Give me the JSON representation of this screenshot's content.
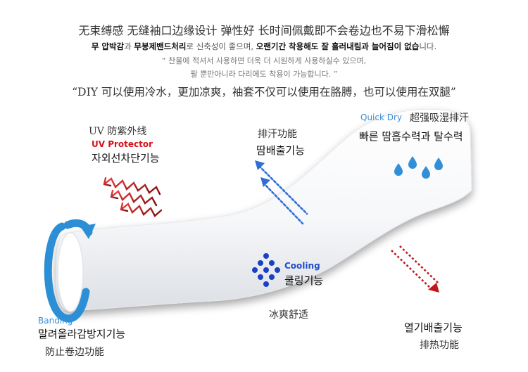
{
  "header": {
    "line1": "无束缚感  无缝袖口边缘设计    弹性好  长时间佩戴即不会卷边也不易下滑松懈",
    "line2_parts": [
      {
        "text": "무 압박감",
        "bold": true
      },
      {
        "text": "과 ",
        "bold": false
      },
      {
        "text": "무봉제밴드처리",
        "bold": true
      },
      {
        "text": "로 신축성이 좋으며, ",
        "bold": false
      },
      {
        "text": "오랜기간 착용해도 잘 흘러내림과 늘어짐이 없습",
        "bold": true
      },
      {
        "text": "니다.",
        "bold": false
      }
    ],
    "line3": "“ 찬물에 적셔서 사용하면 더욱 더 시원하게 사용하실수 있으며,",
    "line4": "팔 뿐만아니라 다리에도 착용이 가능합니다. ”",
    "line5": "“DIY 可以使用冷水，更加凉爽，袖套不仅可以使用在胳膊，也可以使用在双腿”"
  },
  "features": {
    "uv": {
      "cn": "UV 防紫外线",
      "en": "UV Protector",
      "kr": "자외선차단기능",
      "icon": "uv-rays-icon"
    },
    "sweat": {
      "cn": "排汗功能",
      "kr": "땀배출기능",
      "icon": "sweat-vent-arrows-icon"
    },
    "quickdry": {
      "en": "Quick Dry",
      "cn": "超强吸湿排汗",
      "kr": "빠른 땀흡수력과 탈수력",
      "icon": "water-drops-icon"
    },
    "cooling": {
      "en": "Cooling",
      "kr": "쿨링기능",
      "cn": "冰爽舒适",
      "icon": "cooling-dots-icon"
    },
    "banding": {
      "en": "Banding",
      "kr": "말려올라감방지기능",
      "cn": "防止卷边功能",
      "icon": "rotate-arrow-icon"
    },
    "heat": {
      "kr": "열기배출기능",
      "cn": "排热功能",
      "icon": "heat-vent-arrow-icon"
    }
  },
  "colors": {
    "red": "#c4161c",
    "blue": "#2f6fd6",
    "light_blue": "#3ea0e0",
    "drop_blue": "#2f8fd8"
  }
}
